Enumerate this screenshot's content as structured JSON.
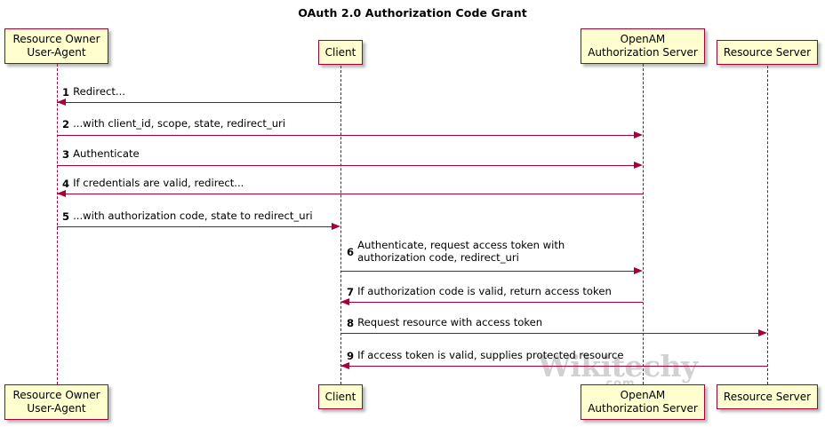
{
  "diagram": {
    "type": "uml-sequence-diagram",
    "title": "OAuth 2.0 Authorization Code Grant",
    "colors": {
      "participant_fill": "#FEFECE",
      "participant_border": "#A80036",
      "line": "#A80036",
      "text": "#000000",
      "background": "#FFFFFF",
      "watermark": "#C9C9C9"
    }
  },
  "participants": [
    {
      "id": "resource-owner",
      "label": "Resource Owner\nUser-Agent"
    },
    {
      "id": "client",
      "label": "Client"
    },
    {
      "id": "openam",
      "label": "OpenAM\nAuthorization Server"
    },
    {
      "id": "resource-server",
      "label": "Resource Server"
    }
  ],
  "messages": [
    {
      "seq": "1",
      "text": "Redirect...",
      "from": "client",
      "to": "resource-owner",
      "direction": "left"
    },
    {
      "seq": "2",
      "text": "...with client_id, scope, state, redirect_uri",
      "from": "resource-owner",
      "to": "openam",
      "direction": "right"
    },
    {
      "seq": "3",
      "text": "Authenticate",
      "from": "resource-owner",
      "to": "openam",
      "direction": "right"
    },
    {
      "seq": "4",
      "text": "If credentials are valid, redirect...",
      "from": "openam",
      "to": "resource-owner",
      "direction": "left"
    },
    {
      "seq": "5",
      "text": "...with authorization code, state to redirect_uri",
      "from": "resource-owner",
      "to": "client",
      "direction": "right"
    },
    {
      "seq": "6",
      "text": "Authenticate, request access token with\nauthorization code, redirect_uri",
      "from": "client",
      "to": "openam",
      "direction": "right"
    },
    {
      "seq": "7",
      "text": "If authorization code is valid, return access token",
      "from": "openam",
      "to": "client",
      "direction": "left"
    },
    {
      "seq": "8",
      "text": "Request resource with access token",
      "from": "client",
      "to": "resource-server",
      "direction": "right"
    },
    {
      "seq": "9",
      "text": "If access token is valid, supplies protected resource",
      "from": "resource-server",
      "to": "client",
      "direction": "left"
    }
  ],
  "watermark": {
    "main": "Wikitechy",
    "sub": ".com"
  }
}
